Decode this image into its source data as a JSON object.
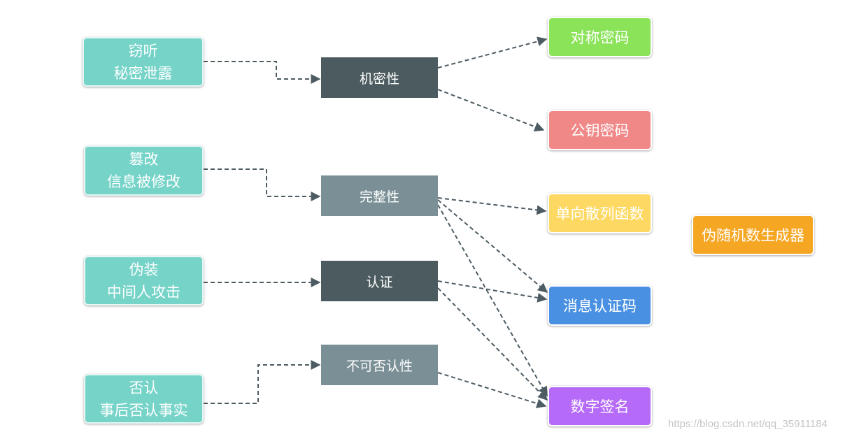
{
  "threats": [
    {
      "id": "eavesdrop",
      "line1": "窃听",
      "line2": "秘密泄露"
    },
    {
      "id": "tamper",
      "line1": "篡改",
      "line2": "信息被修改"
    },
    {
      "id": "spoof",
      "line1": "伪装",
      "line2": "中间人攻击"
    },
    {
      "id": "repudiation",
      "line1": "否认",
      "line2": "事后否认事实"
    }
  ],
  "goals": [
    {
      "id": "confidentiality",
      "label": "机密性"
    },
    {
      "id": "integrity",
      "label": "完整性"
    },
    {
      "id": "authentication",
      "label": "认证"
    },
    {
      "id": "non-repudiation",
      "label": "不可否认性"
    }
  ],
  "techniques": [
    {
      "id": "symmetric",
      "label": "对称密码",
      "color": "#8be35a"
    },
    {
      "id": "public-key",
      "label": "公钥密码",
      "color": "#f08888"
    },
    {
      "id": "hash",
      "label": "单向散列函数",
      "color": "#fdd964"
    },
    {
      "id": "mac",
      "label": "消息认证码",
      "color": "#4a90e2"
    },
    {
      "id": "signature",
      "label": "数字签名",
      "color": "#b56bf7"
    },
    {
      "id": "prng",
      "label": "伪随机数生成器",
      "color": "#f5a623"
    }
  ],
  "colors": {
    "threat_bg": "#75d3c8",
    "goal_dark": "#4b5b60",
    "goal_light": "#7a8f96",
    "connector": "#4d5b63"
  },
  "watermark": "https://blog.csdn.net/qq_35911184"
}
